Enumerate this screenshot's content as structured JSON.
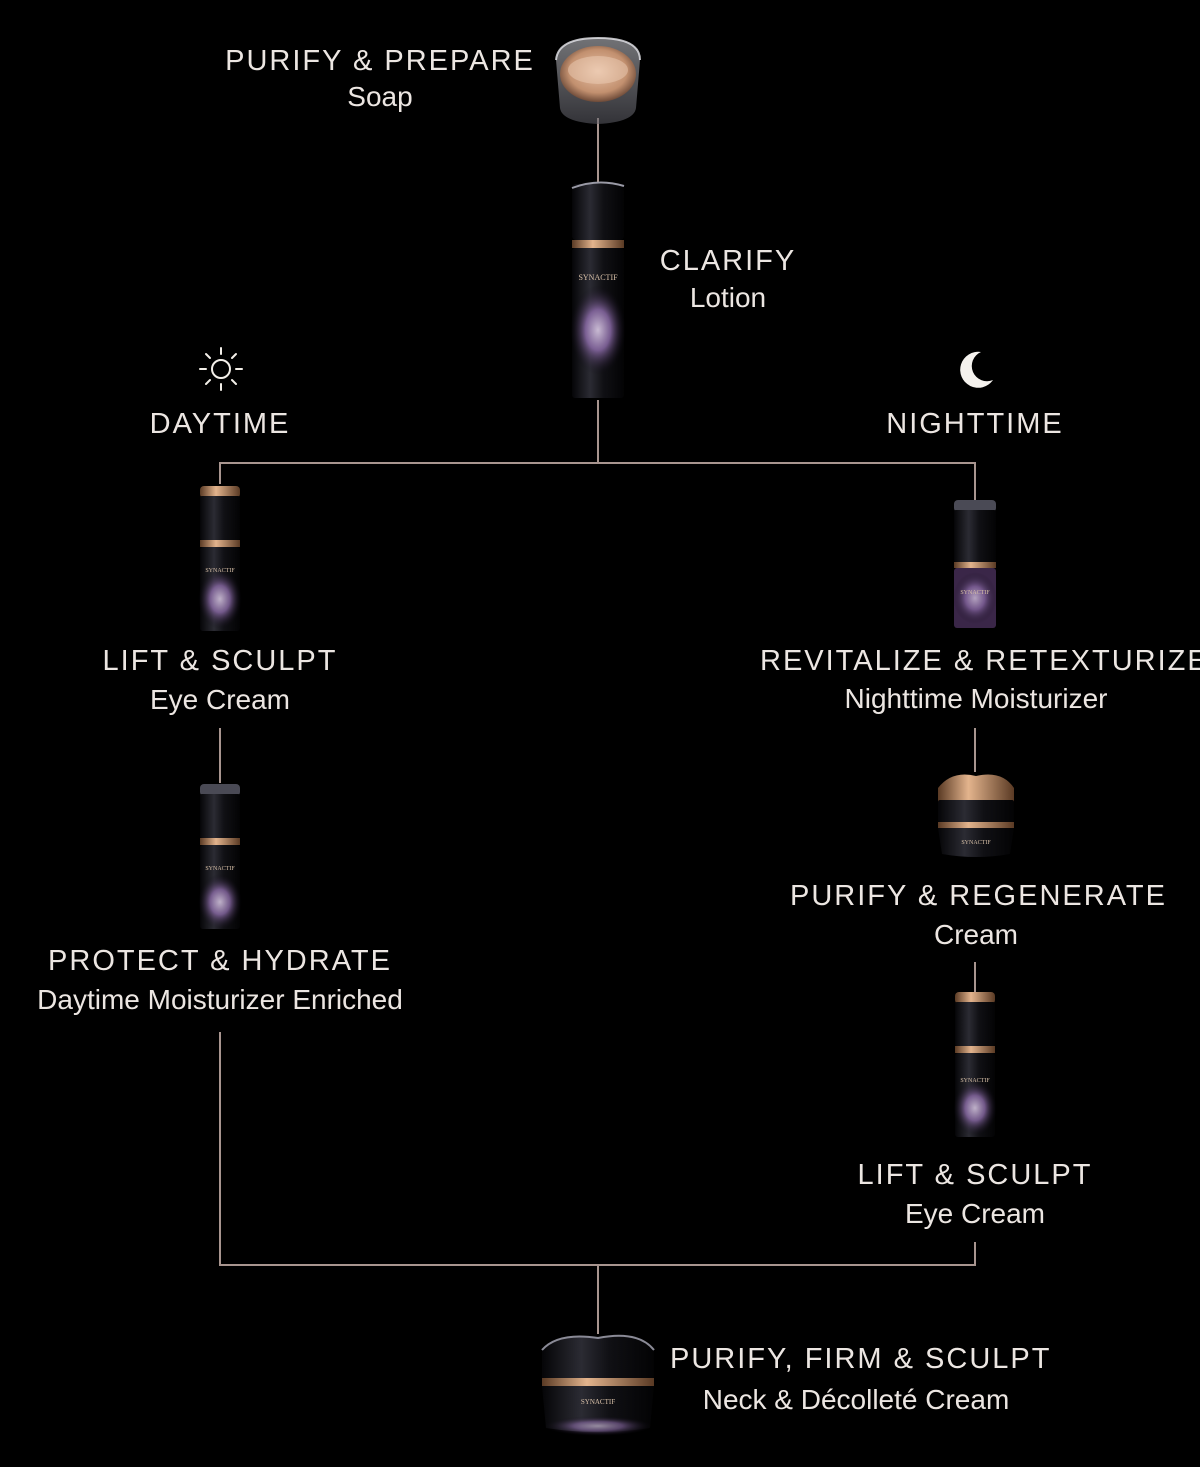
{
  "daytime": {
    "icon": "sun-icon",
    "label": "DAYTIME"
  },
  "nighttime": {
    "icon": "moon-icon",
    "label": "NIGHTTIME"
  },
  "steps": {
    "soap": {
      "title": "PURIFY & PREPARE",
      "product": "Soap",
      "icon": "soap-jar-icon"
    },
    "lotion": {
      "title": "CLARIFY",
      "product": "Lotion",
      "icon": "lotion-bottle-icon",
      "bottle_text": "SYNACTIF"
    },
    "day_eye": {
      "title": "LIFT & SCULPT",
      "product": "Eye Cream",
      "icon": "eye-cream-bottle-icon",
      "bottle_text": "SYNACTIF"
    },
    "day_moist": {
      "title": "PROTECT & HYDRATE",
      "product": "Daytime Moisturizer Enriched",
      "icon": "day-moisturizer-bottle-icon",
      "bottle_text": "SYNACTIF"
    },
    "night_moist": {
      "title": "REVITALIZE & RETEXTURIZE",
      "product": "Nighttime Moisturizer",
      "icon": "night-moisturizer-bottle-icon",
      "bottle_text": "SYNACTIF"
    },
    "cream": {
      "title": "PURIFY & REGENERATE",
      "product": "Cream",
      "icon": "cream-jar-icon",
      "bottle_text": "SYNACTIF"
    },
    "night_eye": {
      "title": "LIFT & SCULPT",
      "product": "Eye Cream",
      "icon": "eye-cream-bottle-icon",
      "bottle_text": "SYNACTIF"
    },
    "neck": {
      "title": "PURIFY, FIRM & SCULPT",
      "product": "Neck & Décolleté Cream",
      "icon": "neck-cream-jar-icon",
      "bottle_text": "SYNACTIF"
    }
  },
  "colors": {
    "background": "#000000",
    "text": "#ece6e2",
    "connector": "#a8958f",
    "gold": "#c89670",
    "violet": "#8a6aa6"
  }
}
